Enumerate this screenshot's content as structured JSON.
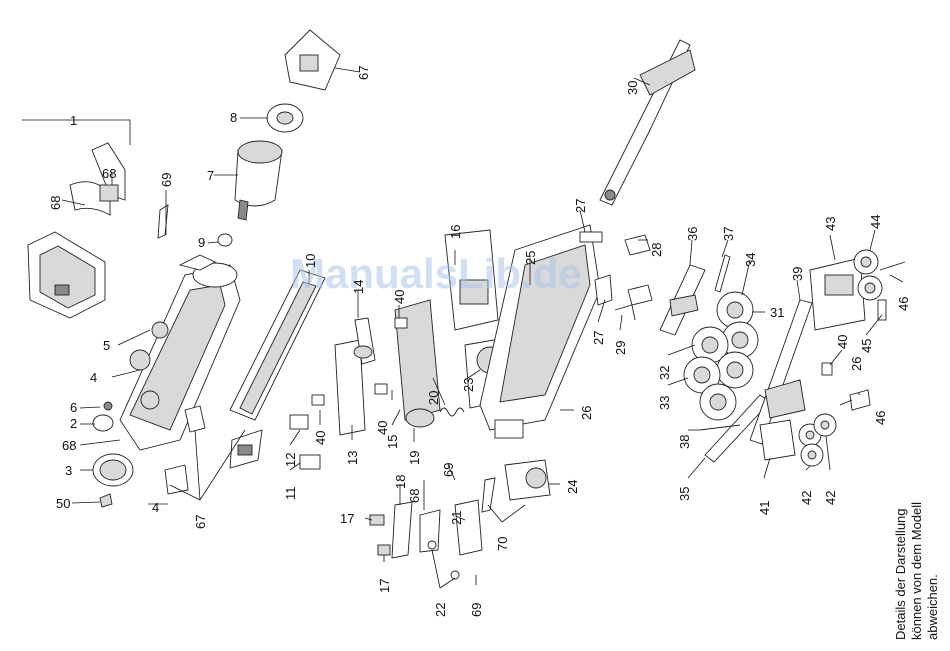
{
  "watermark": "ManualsLib.de",
  "note": {
    "line1": "Details der Darstellung",
    "line2": "können von dem Modell",
    "line3": "abweichen."
  },
  "callouts": {
    "n1": "1",
    "n2": "2",
    "n3": "3",
    "n4a": "4",
    "n4b": "4",
    "n5": "5",
    "n6": "6",
    "n7": "7",
    "n8": "8",
    "n9": "9",
    "n10": "10",
    "n11": "11",
    "n12": "12",
    "n13": "13",
    "n14": "14",
    "n15": "15",
    "n16": "16",
    "n17a": "17",
    "n17b": "17",
    "n18": "18",
    "n19": "19",
    "n20": "20",
    "n21": "21",
    "n22": "22",
    "n23": "23",
    "n24": "24",
    "n25": "25",
    "n26a": "26",
    "n26b": "26",
    "n27a": "27",
    "n27b": "27",
    "n28": "28",
    "n29": "29",
    "n30": "30",
    "n31": "31",
    "n32": "32",
    "n33": "33",
    "n34": "34",
    "n35": "35",
    "n36": "36",
    "n37": "37",
    "n38": "38",
    "n39": "39",
    "n40a": "40",
    "n40b": "40",
    "n40c": "40",
    "n40d": "40",
    "n41": "41",
    "n42a": "42",
    "n42b": "42",
    "n43": "43",
    "n44": "44",
    "n45": "45",
    "n46a": "46",
    "n46b": "46",
    "n50": "50",
    "n67a": "67",
    "n67b": "67",
    "n68a": "68",
    "n68b": "68",
    "n68c": "68",
    "n68d": "68",
    "n69a": "69",
    "n69b": "69",
    "n69c": "69",
    "n70": "70"
  }
}
